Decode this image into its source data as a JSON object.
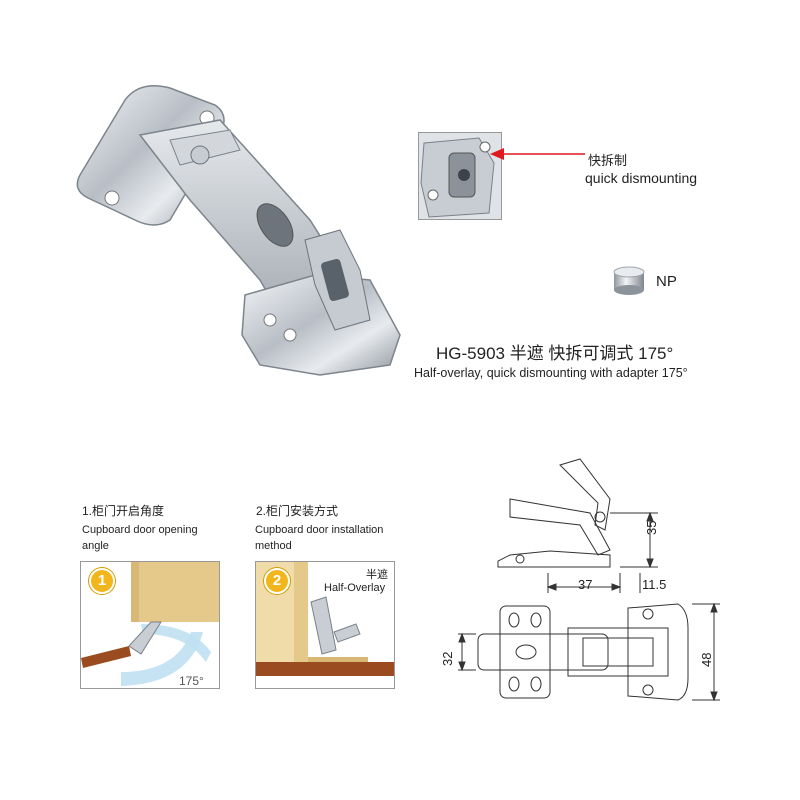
{
  "callout": {
    "cn": "快拆制",
    "en": "quick dismounting"
  },
  "finish": {
    "label": "NP"
  },
  "product": {
    "model_line": "HG-5903  半遮  快拆可调式  175°",
    "en_line": "Half-overlay, quick dismounting with adapter 175°"
  },
  "step1": {
    "title_cn": "1.柜门开启角度",
    "title_en_1": "Cupboard door opening",
    "title_en_2": "angle",
    "badge": "1",
    "angle_label": "175°"
  },
  "step2": {
    "title_cn": "2.柜门安装方式",
    "title_en_1": "Cupboard door installation",
    "title_en_2": "method",
    "badge": "2",
    "overlay_cn": "半遮",
    "overlay_en": "Half-Overlay"
  },
  "dimensions": {
    "side_height": "35",
    "side_width": "37",
    "side_offset": "11.5",
    "top_left_height": "32",
    "top_right_height": "48"
  },
  "colors": {
    "callout_arrow": "#e0191f",
    "badge": "#f2b61d",
    "wood_door": "#e5c98a",
    "wood_shelf": "#9a4b1f",
    "swing_arc": "#bfe0f2"
  }
}
